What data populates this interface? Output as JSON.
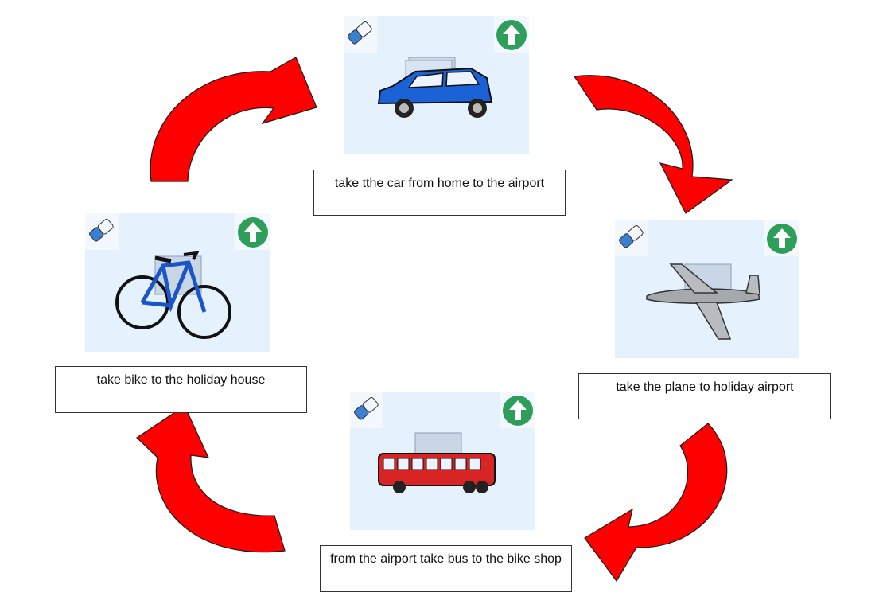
{
  "colors": {
    "arrow": "#ff0000",
    "arrow_outline": "#1a1a1a",
    "card_bg": "#e5f1fd",
    "upload": "#2e9e5b",
    "eraser": "#3b7fd1"
  },
  "steps": [
    {
      "label": "take tthe car from home to the airport",
      "picture": "car-image",
      "eraser_icon": "eraser-icon",
      "upload_icon": "upload-arrow-icon"
    },
    {
      "label": "take the plane to holiday airport",
      "picture": "plane-image",
      "eraser_icon": "eraser-icon",
      "upload_icon": "upload-arrow-icon"
    },
    {
      "label": "from the airport take bus to the bike shop",
      "picture": "bus-image",
      "eraser_icon": "eraser-icon",
      "upload_icon": "upload-arrow-icon"
    },
    {
      "label": "take bike to the holiday house",
      "picture": "bicycle-image",
      "eraser_icon": "eraser-icon",
      "upload_icon": "upload-arrow-icon"
    }
  ]
}
